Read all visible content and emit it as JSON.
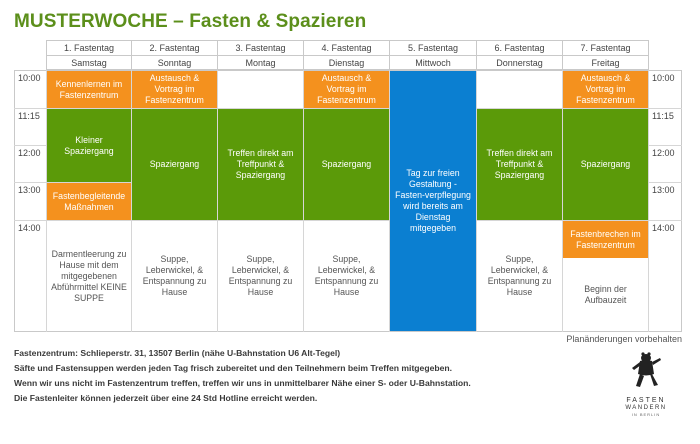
{
  "title": "MUSTERWOCHE – Fasten & Spazieren",
  "days": [
    {
      "num": "1. Fastentag",
      "name": "Samstag"
    },
    {
      "num": "2. Fastentag",
      "name": "Sonntag"
    },
    {
      "num": "3. Fastentag",
      "name": "Montag"
    },
    {
      "num": "4. Fastentag",
      "name": "Dienstag"
    },
    {
      "num": "5. Fastentag",
      "name": "Mittwoch"
    },
    {
      "num": "6. Fastentag",
      "name": "Donnerstag"
    },
    {
      "num": "7. Fastentag",
      "name": "Freitag"
    }
  ],
  "times": [
    "10:00",
    "11:15",
    "12:00",
    "13:00",
    "14:00"
  ],
  "colors": {
    "title": "#5c8f1b",
    "orange": "#f4911e",
    "green": "#5b9a09",
    "blue": "#0b7fd1"
  },
  "events": {
    "sa_kennenlernen": "Kennenlernen im Fastenzentrum",
    "so_austausch": "Austausch & Vortrag im Fastenzentrum",
    "di_austausch": "Austausch & Vortrag im Fastenzentrum",
    "fr_austausch": "Austausch & Vortrag im Fastenzentrum",
    "sa_spaziergang": "Kleiner Spaziergang",
    "so_spaziergang": "Spaziergang",
    "mo_treffen": "Treffen direkt am Treffpunkt & Spaziergang",
    "di_spaziergang": "Spaziergang",
    "mi_frei": "Tag zur freien Gestaltung - Fasten-verpflegung wird bereits am Dienstag mitgegeben",
    "do_treffen": "Treffen direkt am Treffpunkt & Spaziergang",
    "fr_spaziergang": "Spaziergang",
    "sa_begleitend": "Fastenbegleitende Maßnahmen",
    "sa_darm": "Darmentleerung zu Hause mit dem mitgegebenen Abführmittel KEINE SUPPE",
    "so_suppe": "Suppe, Leberwickel, & Entspannung zu Hause",
    "mo_suppe": "Suppe, Leberwickel, & Entspannung zu Hause",
    "di_suppe": "Suppe, Leberwickel, & Entspannung zu Hause",
    "do_suppe": "Suppe, Leberwickel, & Entspannung zu Hause",
    "fr_fastenbrechen": "Fastenbrechen im Fastenzentrum",
    "fr_aufbau": "Beginn der Aufbauzeit"
  },
  "note": "Planänderungen vorbehalten",
  "footer": [
    "Fastenzentrum: Schlieperstr. 31, 13507 Berlin (nähe U-Bahnstation U6 Alt-Tegel)",
    "Säfte und Fastensuppen werden jeden Tag frisch zubereitet und den Teilnehmern beim Treffen mitgegeben.",
    "Wenn wir uns nicht im Fastenzentrum treffen, treffen wir uns in unmittelbarer Nähe einer S- oder U-Bahnstation.",
    "Die Fastenleiter können jederzeit über eine 24 Std Hotline erreicht werden."
  ],
  "logo": {
    "line1": "FASTEN",
    "line2": "WANDERN",
    "line3": "IN BERLIN"
  }
}
